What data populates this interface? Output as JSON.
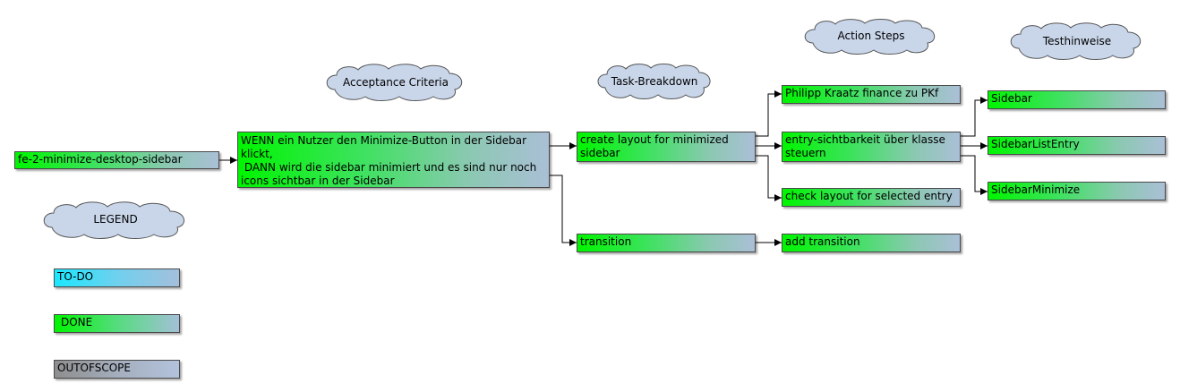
{
  "headers": {
    "acceptance": "Acceptance Criteria",
    "task": "Task-Breakdown",
    "action": "Action Steps",
    "test": "Testhinweise",
    "legend": "LEGEND"
  },
  "story": {
    "label": "fe-2-minimize-desktop-sidebar"
  },
  "acceptance": {
    "line1": "WENN ein Nutzer den Minimize-Button in der Sidebar",
    "line2": "klickt,",
    "line3": " DANN wird die sidebar minimiert und es sind nur noch",
    "line4": "icons sichtbar in der Sidebar"
  },
  "tasks": {
    "layout_line1": "create layout for minimized",
    "layout_line2": "sidebar",
    "transition": "transition"
  },
  "actions": {
    "rename": "Philipp Kraatz finance zu PKf",
    "visibility_line1": "entry-sichtbarkeit über klasse",
    "visibility_line2": "steuern",
    "check": "check layout for selected entry",
    "add_transition": "add transition"
  },
  "tests": {
    "sidebar": "Sidebar",
    "list_entry": "SidebarListEntry",
    "minimize": "SidebarMinimize"
  },
  "legend": {
    "todo": "TO-DO",
    "done": "DONE",
    "out_of_scope": "OUTOFSCOPE"
  },
  "colors": {
    "done_green": "#00f500",
    "todo_cyan": "#19e8ff",
    "out_of_scope_grey": "#8e8e8e",
    "cloud_fill": "#c9d6ea",
    "connector": "#000000"
  }
}
